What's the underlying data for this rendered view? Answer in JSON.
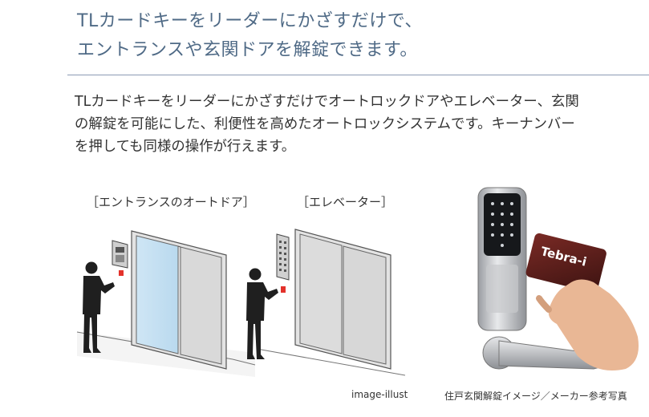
{
  "headline": {
    "line1": "TLカードキーをリーダーにかざすだけで、",
    "line2": "エントランスや玄関ドアを解錠できます。"
  },
  "body": {
    "lines": [
      "TLカードキーをリーダーにかざすだけでオートロックドアやエレベーター、玄関",
      "の解錠を可能にした、利便性を高めたオートロックシステムです。キーナンバー",
      "を押しても同様の操作が行えます。"
    ]
  },
  "illustrations": {
    "entrance_caption": "［エントランスのオートドア］",
    "elevator_caption": "［エレベーター］",
    "illust_note": "image-illust"
  },
  "photo": {
    "card_text": "Tebra-i",
    "caption": "住戸玄関解錠イメージ／メーカー参考写真"
  }
}
